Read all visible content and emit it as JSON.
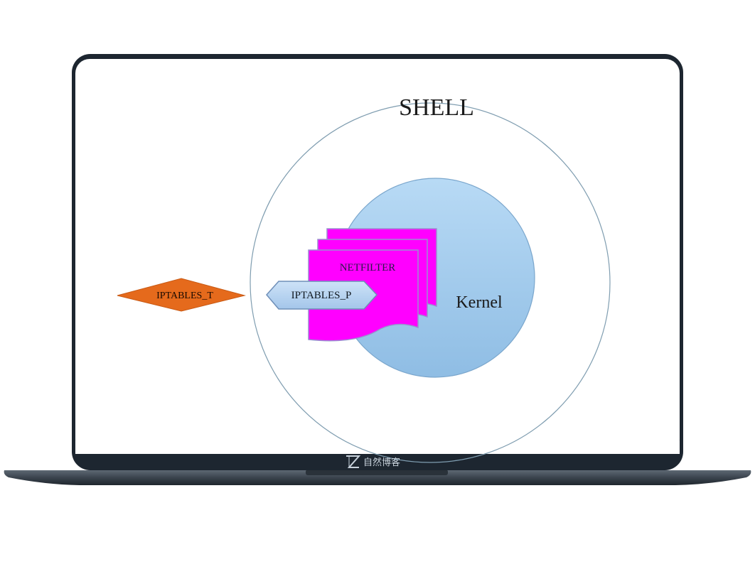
{
  "diagram": {
    "shell_label": "SHELL",
    "kernel_label": "Kernel",
    "netfilter_label": "NETFILTER",
    "iptables_p_label": "IPTABLES_P",
    "iptables_t_label": "IPTABLES_T"
  },
  "colors": {
    "laptop_frame": "#1d2630",
    "shell_circle_stroke": "#7f9db0",
    "kernel_fill": "#a9cdeb",
    "kernel_stroke": "#7aa6cc",
    "netfilter_fill": "#ff00ff",
    "netfilter_stroke": "#9a8fd0",
    "iptables_p_fill": "#b8d4f0",
    "iptables_p_stroke": "#6f8fb8",
    "iptables_t_fill": "#e56a1c",
    "brand_text": "#c8d2dc"
  },
  "brand": {
    "logo_text": "自然博客"
  }
}
